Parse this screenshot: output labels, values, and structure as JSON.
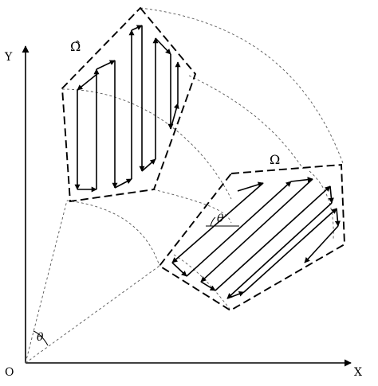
{
  "axes": {
    "x_label": "X",
    "y_label": "Y",
    "origin_label": "O"
  },
  "regions": {
    "rotated_label": "Ω̂",
    "original_label": "Ω"
  },
  "angles": {
    "rotation_label": "θ",
    "scan_angle_label": "θ"
  }
}
